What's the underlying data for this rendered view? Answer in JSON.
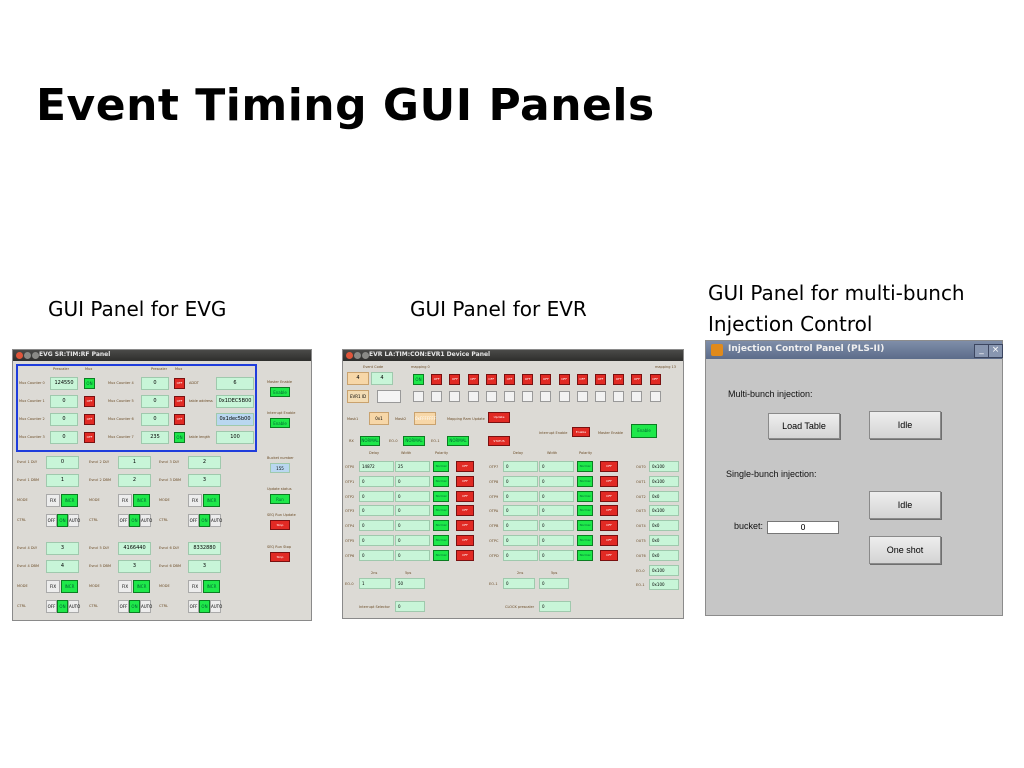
{
  "slide": {
    "title": "Event Timing GUI Panels",
    "captions": {
      "evg": "GUI Panel for EVG",
      "evr": "GUI Panel for EVR",
      "inj_line1": "GUI Panel for multi-bunch",
      "inj_line2": "Injection Control"
    }
  },
  "evg": {
    "title": "EVG SR:TIM:RF Panel",
    "col_labels": [
      "Prescaler",
      "Mux",
      "Prescaler",
      "Mux"
    ],
    "mux_left": [
      {
        "label": "Mux Counter 0",
        "value": "124550",
        "btn": "ON"
      },
      {
        "label": "Mux Counter 1",
        "value": "0",
        "btn": "OFF"
      },
      {
        "label": "Mux Counter 2",
        "value": "0",
        "btn": "OFF"
      },
      {
        "label": "Mux Counter 3",
        "value": "0",
        "btn": "OFF"
      }
    ],
    "mux_right": [
      {
        "label": "Mux Counter 4",
        "value": "0",
        "btn": "OFF"
      },
      {
        "label": "Mux Counter 5",
        "value": "0",
        "btn": "OFF"
      },
      {
        "label": "Mux Counter 6",
        "value": "0",
        "btn": "OFF"
      },
      {
        "label": "Mux Counter 7",
        "value": "235",
        "btn": "ON"
      }
    ],
    "addr": [
      {
        "label": "ADDT",
        "value": "6"
      },
      {
        "label": "table address",
        "value": "0x1DEC5B00"
      },
      {
        "label": "",
        "value": "0x1dec5b00"
      },
      {
        "label": "table length",
        "value": "100"
      }
    ],
    "side": [
      {
        "label": "Master Enable",
        "btn": "Enable"
      },
      {
        "label": "Interrupt Enable",
        "btn": "Enable"
      },
      {
        "label": "Bucket number",
        "btn": "155"
      },
      {
        "label": "Update status",
        "btn": "Run"
      },
      {
        "label": "SEQ Run Update",
        "btn": "Stop"
      },
      {
        "label": "SEQ Run Stop",
        "btn": "Stop"
      }
    ],
    "evrows_a": [
      {
        "l1": "Evncl 1 DLY",
        "v1": "0",
        "l2": "Evncl 2 DLY",
        "v2": "1",
        "l3": "Evncl 3 DLY",
        "v3": "2"
      },
      {
        "l1": "Evncl 1 DBM",
        "v1": "1",
        "l2": "Evncl 2 DBM",
        "v2": "2",
        "l3": "Evncl 3 DBM",
        "v3": "3"
      }
    ],
    "evrows_b": [
      {
        "l1": "Evncl 4 DLY",
        "v1": "3",
        "l2": "Evncl 5 DLY",
        "v2": "4166440",
        "l3": "Evncl 6 DLY",
        "v3": "8332880"
      },
      {
        "l1": "Evncl 4 DBM",
        "v1": "4",
        "l2": "Evncl 5 DBM",
        "v2": "3",
        "l3": "Evncl 6 DBM",
        "v3": "3"
      }
    ],
    "mode": {
      "label": "MODE",
      "opts": [
        "FIX",
        "INCR"
      ]
    },
    "ctrl": {
      "label": "CTRL",
      "opts": [
        "OFF",
        "ON",
        "AUTO"
      ]
    }
  },
  "evr": {
    "title": "EVR LA:TIM:CON:EVR1 Device Panel",
    "top": {
      "evcode": "Event Code",
      "m0": "mapping 0",
      "m13": "mapping 13",
      "v1": "4",
      "v2": "4",
      "on": "ON",
      "off": "OFF",
      "evr": "EVR1 ID"
    },
    "mid": {
      "mask1": "Mask1",
      "mask1_val": "0x1",
      "mask2": "Mask2",
      "mask2_val": "0xFFFFFFF",
      "mapping": "Mapping Ram Update",
      "mapping_btn": "Update",
      "interrupt": "Interrupt Enable",
      "interrupt_btn": "Enable",
      "master": "Master Enable",
      "master_btn": "Enable"
    },
    "io": {
      "rx": "RX",
      "rx_val": "NORMAL",
      "eo0": "EO-0",
      "eo0_val": "NORMAL",
      "eo1": "EO-1",
      "eo1_val": "NORMAL",
      "status": "STATUS"
    },
    "col_heads": [
      "Delay",
      "Width",
      "Polarity",
      "Delay",
      "Width",
      "Polarity"
    ],
    "otp_left": [
      {
        "name": "OTP0",
        "d": "14872",
        "w": "25",
        "m": "Normal",
        "b": "OFF"
      },
      {
        "name": "OTP1",
        "d": "0",
        "w": "0",
        "m": "Normal",
        "b": "OFF"
      },
      {
        "name": "OTP2",
        "d": "0",
        "w": "0",
        "m": "Normal",
        "b": "OFF"
      },
      {
        "name": "OTP3",
        "d": "0",
        "w": "0",
        "m": "Normal",
        "b": "OFF"
      },
      {
        "name": "OTP4",
        "d": "0",
        "w": "0",
        "m": "Normal",
        "b": "OFF"
      },
      {
        "name": "OTP5",
        "d": "0",
        "w": "0",
        "m": "Normal",
        "b": "OFF"
      },
      {
        "name": "OTP6",
        "d": "0",
        "w": "0",
        "m": "Normal",
        "b": "OFF"
      }
    ],
    "otp_right": [
      {
        "name": "OTP7",
        "d": "0",
        "w": "0",
        "m": "Normal",
        "b": "OFF"
      },
      {
        "name": "OTP8",
        "d": "0",
        "w": "0",
        "m": "Normal",
        "b": "OFF"
      },
      {
        "name": "OTP9",
        "d": "0",
        "w": "0",
        "m": "Normal",
        "b": "OFF"
      },
      {
        "name": "OTPA",
        "d": "0",
        "w": "0",
        "m": "Normal",
        "b": "OFF"
      },
      {
        "name": "OTPB",
        "d": "0",
        "w": "0",
        "m": "Normal",
        "b": "OFF"
      },
      {
        "name": "OTPC",
        "d": "0",
        "w": "0",
        "m": "Normal",
        "b": "OFF"
      },
      {
        "name": "OTPD",
        "d": "0",
        "w": "0",
        "m": "Normal",
        "b": "OFF"
      }
    ],
    "out": [
      {
        "name": "OUT0",
        "v": "0x100"
      },
      {
        "name": "OUT1",
        "v": "0x100"
      },
      {
        "name": "OUT2",
        "v": "0x0"
      },
      {
        "name": "OUT3",
        "v": "0x100"
      },
      {
        "name": "OUT4",
        "v": "0x0"
      },
      {
        "name": "OUT5",
        "v": "0x0"
      },
      {
        "name": "OUT6",
        "v": "0x0"
      },
      {
        "name": "EO-0",
        "v": "0x100"
      },
      {
        "name": "EO-1",
        "v": "0x100"
      }
    ],
    "bottom": {
      "lh1": "2ns",
      "lh2": "5ps",
      "eo0": "EO-0",
      "eo0_v": "1",
      "eo0_w": "50",
      "rh1": "2ns",
      "rh2": "5ps",
      "eo1": "EO-1",
      "eo1_v": "0",
      "eo1_w": "0",
      "int_sel": "Interrupt Selector",
      "int_sel_v": "0",
      "clk": "CLOCK prescaler",
      "clk_v": "0"
    }
  },
  "inj": {
    "title": "Injection Control Panel (PLS-II)",
    "min_glyph": "_",
    "close_glyph": "×",
    "multi_label": "Multi-bunch injection:",
    "load_btn": "Load Table",
    "idle1": "Idle",
    "single_label": "Single-bunch injection:",
    "idle2": "Idle",
    "bucket_label": "bucket:",
    "bucket_value": "0",
    "oneshot_btn": "One shot"
  },
  "colors": {
    "field": "#c8f5d8",
    "red": "#e12a24",
    "green": "#1ee84a",
    "blue_frame": "#1f3ddc"
  }
}
